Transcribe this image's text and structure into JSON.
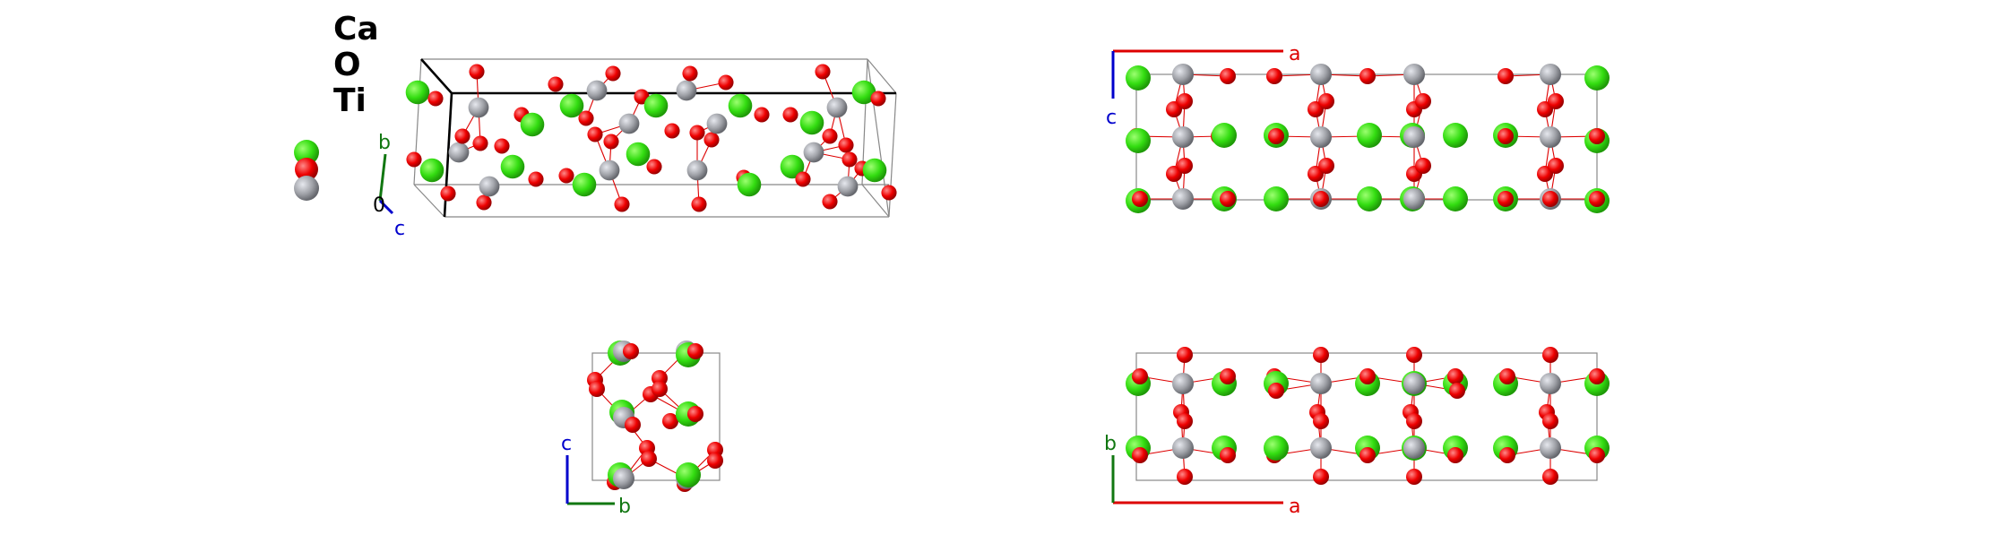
{
  "legend": {
    "elements": [
      {
        "symbol": "Ca",
        "color": "#33dd11"
      },
      {
        "symbol": "O",
        "color": "#ee0000"
      },
      {
        "symbol": "Ti",
        "color": "#a0a2a8"
      }
    ]
  },
  "axes": {
    "a": {
      "label": "a",
      "color": "#dd0000"
    },
    "b": {
      "label": "b",
      "color": "#117711"
    },
    "c": {
      "label": "c",
      "color": "#0000cc"
    },
    "origin": {
      "label": "0",
      "color": "#000000"
    }
  },
  "colors": {
    "cell_edge": "#888888",
    "cell_edge_bold": "#000000",
    "bond": "#dd0000"
  },
  "views": [
    "perspective",
    "a-c projection",
    "b-c projection",
    "a-b projection"
  ]
}
